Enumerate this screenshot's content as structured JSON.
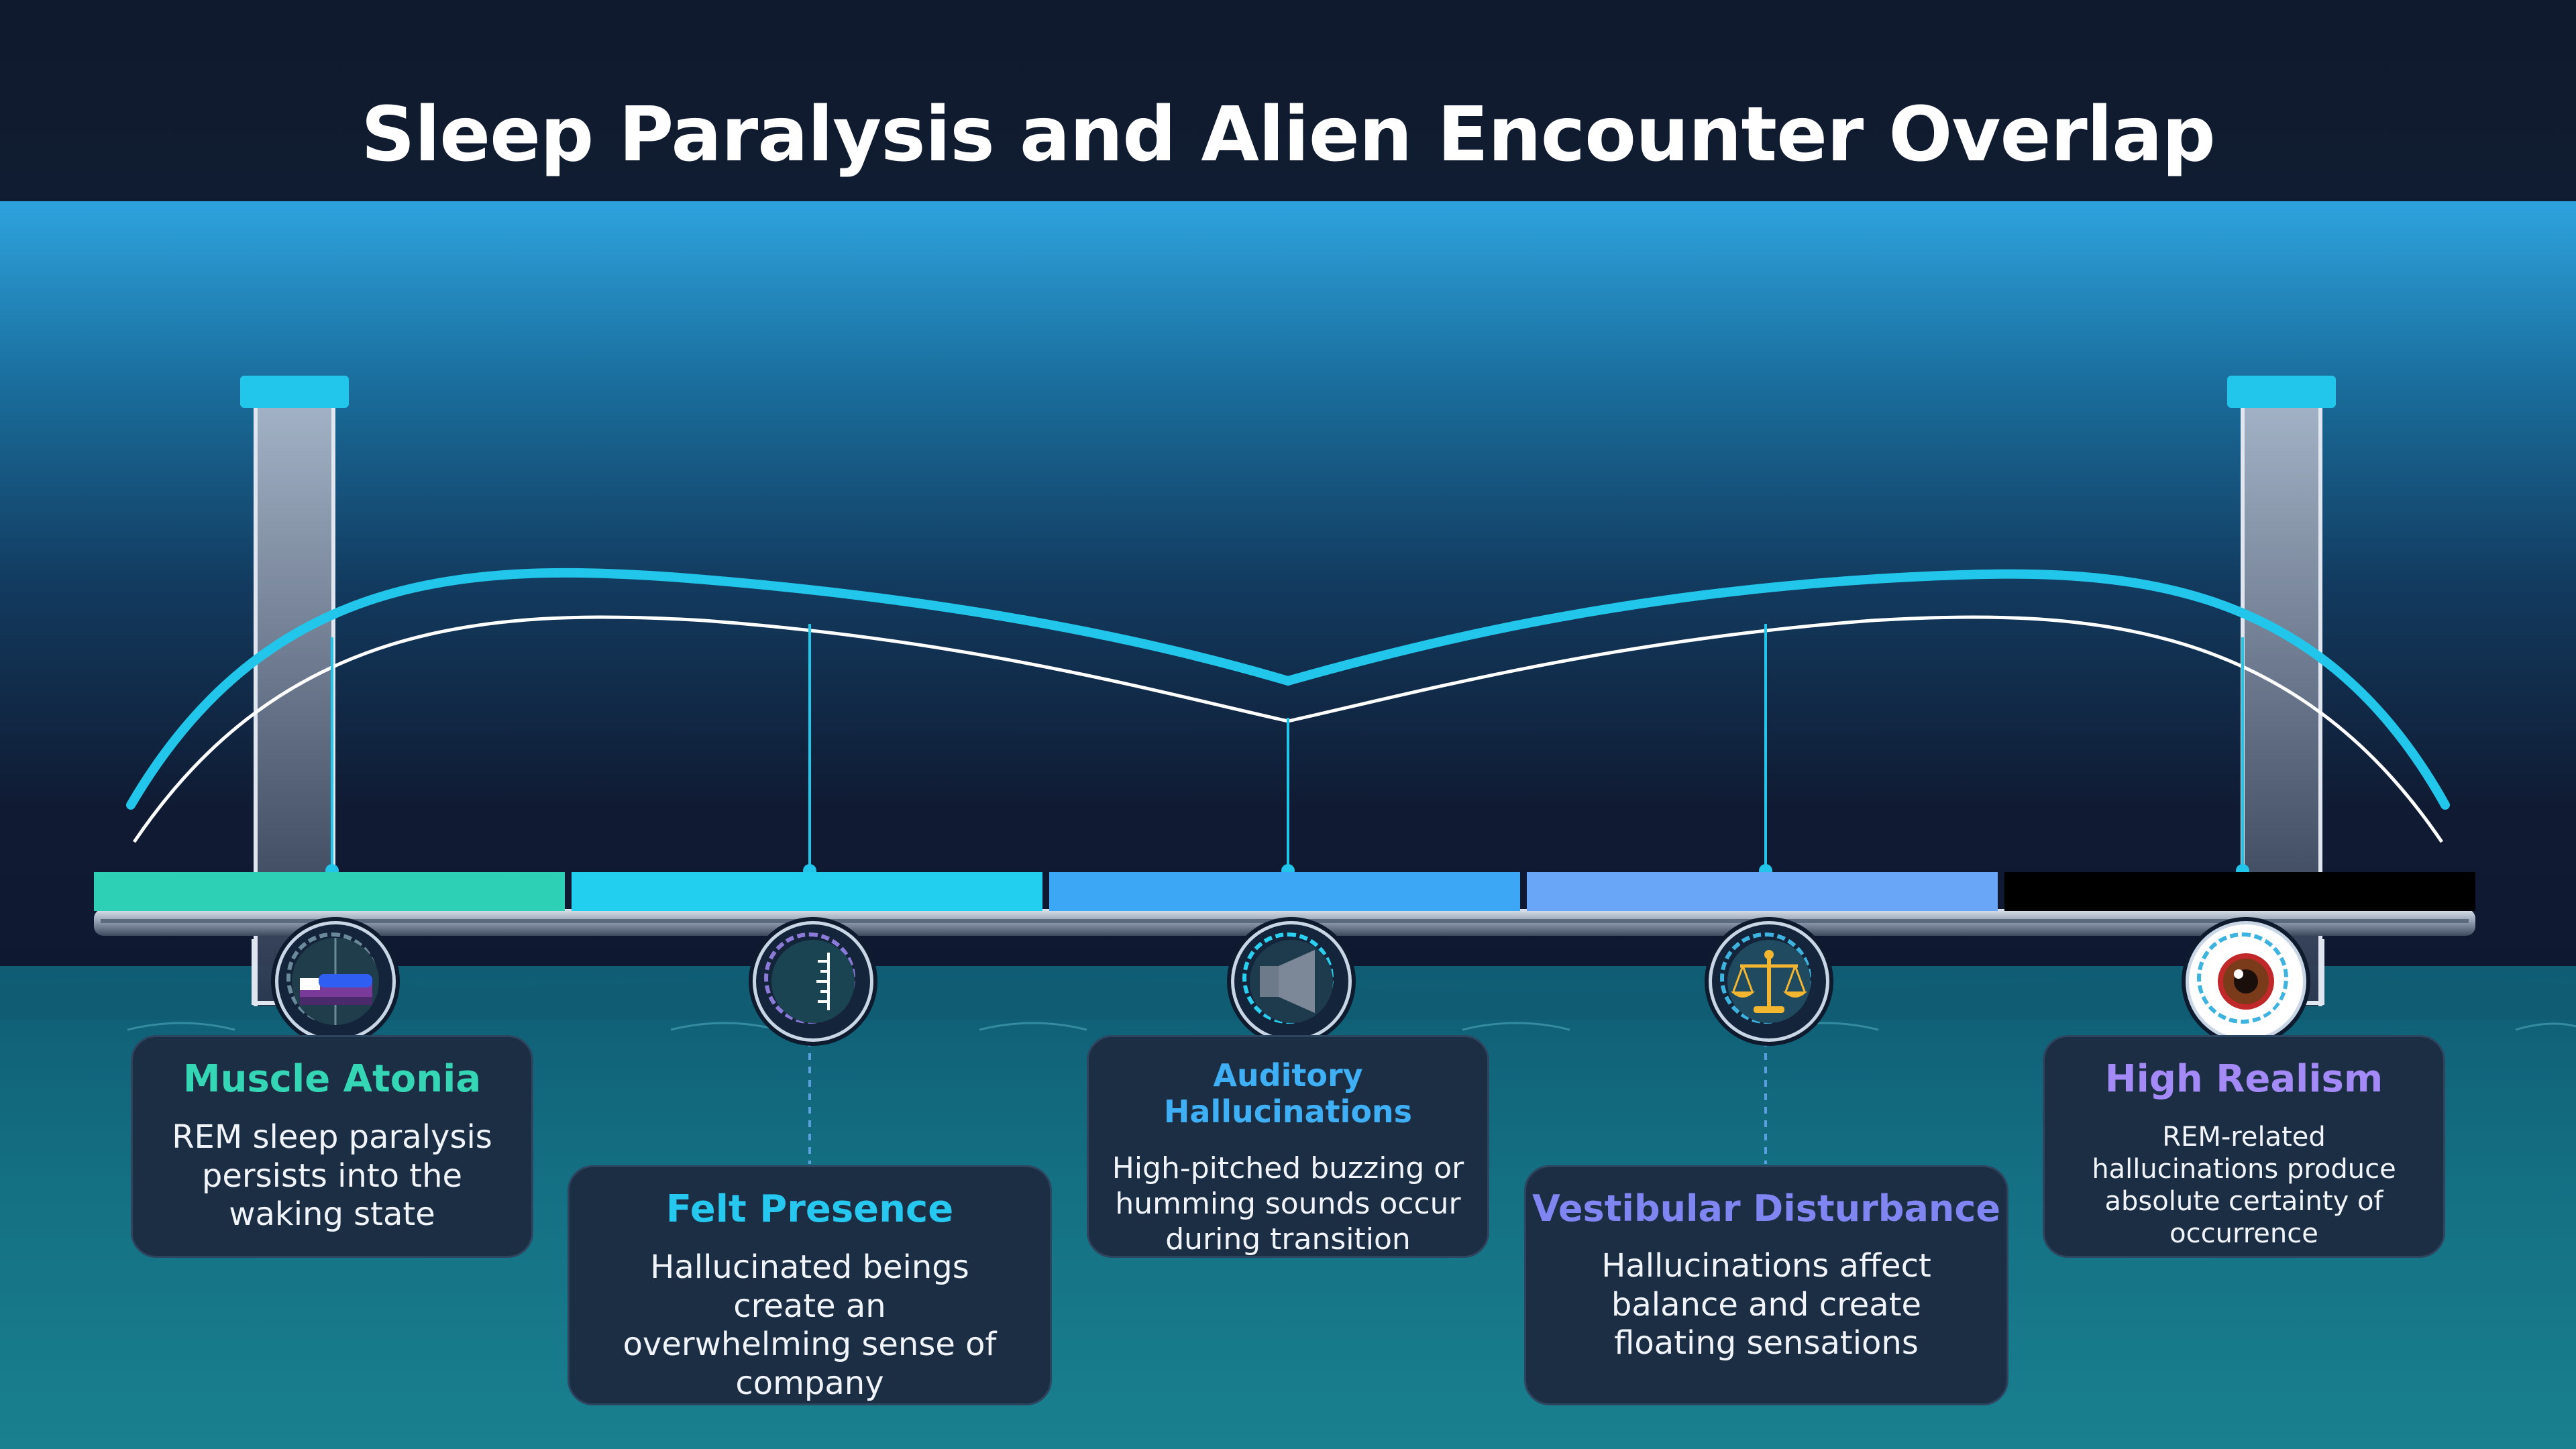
{
  "title": "Sleep Paralysis and Alien Encounter Overlap",
  "colors": {
    "accent": "#22c6ea",
    "segment_1": "#2dcfb5",
    "segment_2": "#22cfee",
    "segment_3": "#3ba7f5",
    "segment_4": "#6aa6f7",
    "segment_5": "#000000"
  },
  "stages": [
    {
      "title": "Muscle Atonia",
      "title_color": "#35d6b6",
      "icon": "bed-icon",
      "description": "REM sleep paralysis persists into the waking state"
    },
    {
      "title": "Felt Presence",
      "title_color": "#27c8f0",
      "icon": "ruler-icon",
      "description": "Hallucinated beings create an overwhelming sense of company"
    },
    {
      "title": "Auditory Hallucinations",
      "title_color": "#3fb0f6",
      "icon": "speaker-icon",
      "description": "High-pitched buzzing or humming sounds occur during transition"
    },
    {
      "title": "Vestibular Disturbance",
      "title_color": "#7f86f2",
      "icon": "balance-scale-icon",
      "description": "Hallucinations affect balance and create floating sensations"
    },
    {
      "title": "High Realism",
      "title_color": "#a48af6",
      "icon": "eye-icon",
      "description": "REM-related hallucinations produce absolute certainty of occurrence"
    }
  ]
}
